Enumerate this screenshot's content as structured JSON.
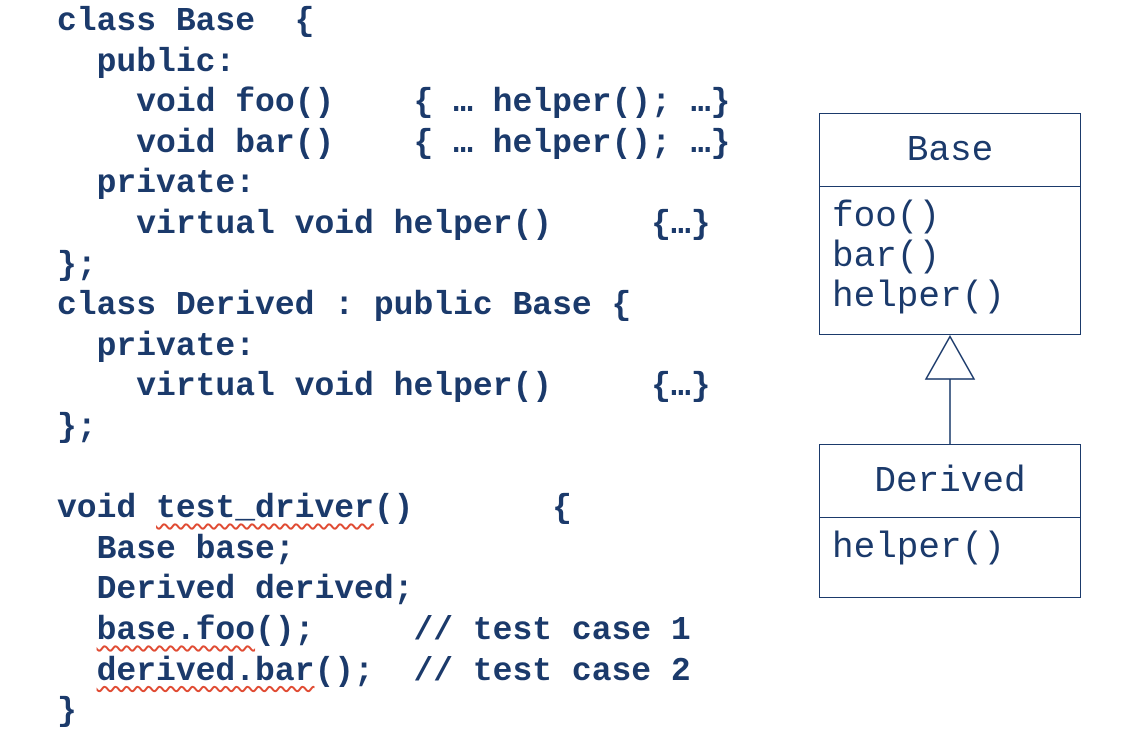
{
  "colors": {
    "ink": "#1b3a6b",
    "squiggle": "#e04b33",
    "background": "#ffffff"
  },
  "code": {
    "lines": [
      [
        {
          "t": "class Base  {"
        }
      ],
      [
        {
          "t": "  public:"
        }
      ],
      [
        {
          "t": "    void foo()    { … helper(); …}"
        }
      ],
      [
        {
          "t": "    void bar()    { … helper(); …}"
        }
      ],
      [
        {
          "t": "  private:"
        }
      ],
      [
        {
          "t": "    virtual void helper()     {…}"
        }
      ],
      [
        {
          "t": "};"
        }
      ],
      [
        {
          "t": "class Derived : public Base {"
        }
      ],
      [
        {
          "t": "  private:"
        }
      ],
      [
        {
          "t": "    virtual void helper()     {…}"
        }
      ],
      [
        {
          "t": "};"
        }
      ],
      [
        {
          "t": ""
        }
      ],
      [
        {
          "t": "void "
        },
        {
          "t": "test_driver",
          "squiggle": true
        },
        {
          "t": "()       {"
        }
      ],
      [
        {
          "t": "  Base base;"
        }
      ],
      [
        {
          "t": "  Derived derived;"
        }
      ],
      [
        {
          "t": "  "
        },
        {
          "t": "base.foo",
          "squiggle": true
        },
        {
          "t": "();     // test case 1"
        }
      ],
      [
        {
          "t": "  "
        },
        {
          "t": "derived.bar",
          "squiggle": true
        },
        {
          "t": "();  // test case 2"
        }
      ],
      [
        {
          "t": "}"
        }
      ]
    ]
  },
  "diagram": {
    "relationship": "inheritance",
    "base_class": {
      "title": "Base",
      "members": [
        "foo()",
        "bar()",
        "helper()"
      ]
    },
    "derived_class": {
      "title": "Derived",
      "members": [
        "helper()"
      ]
    }
  }
}
